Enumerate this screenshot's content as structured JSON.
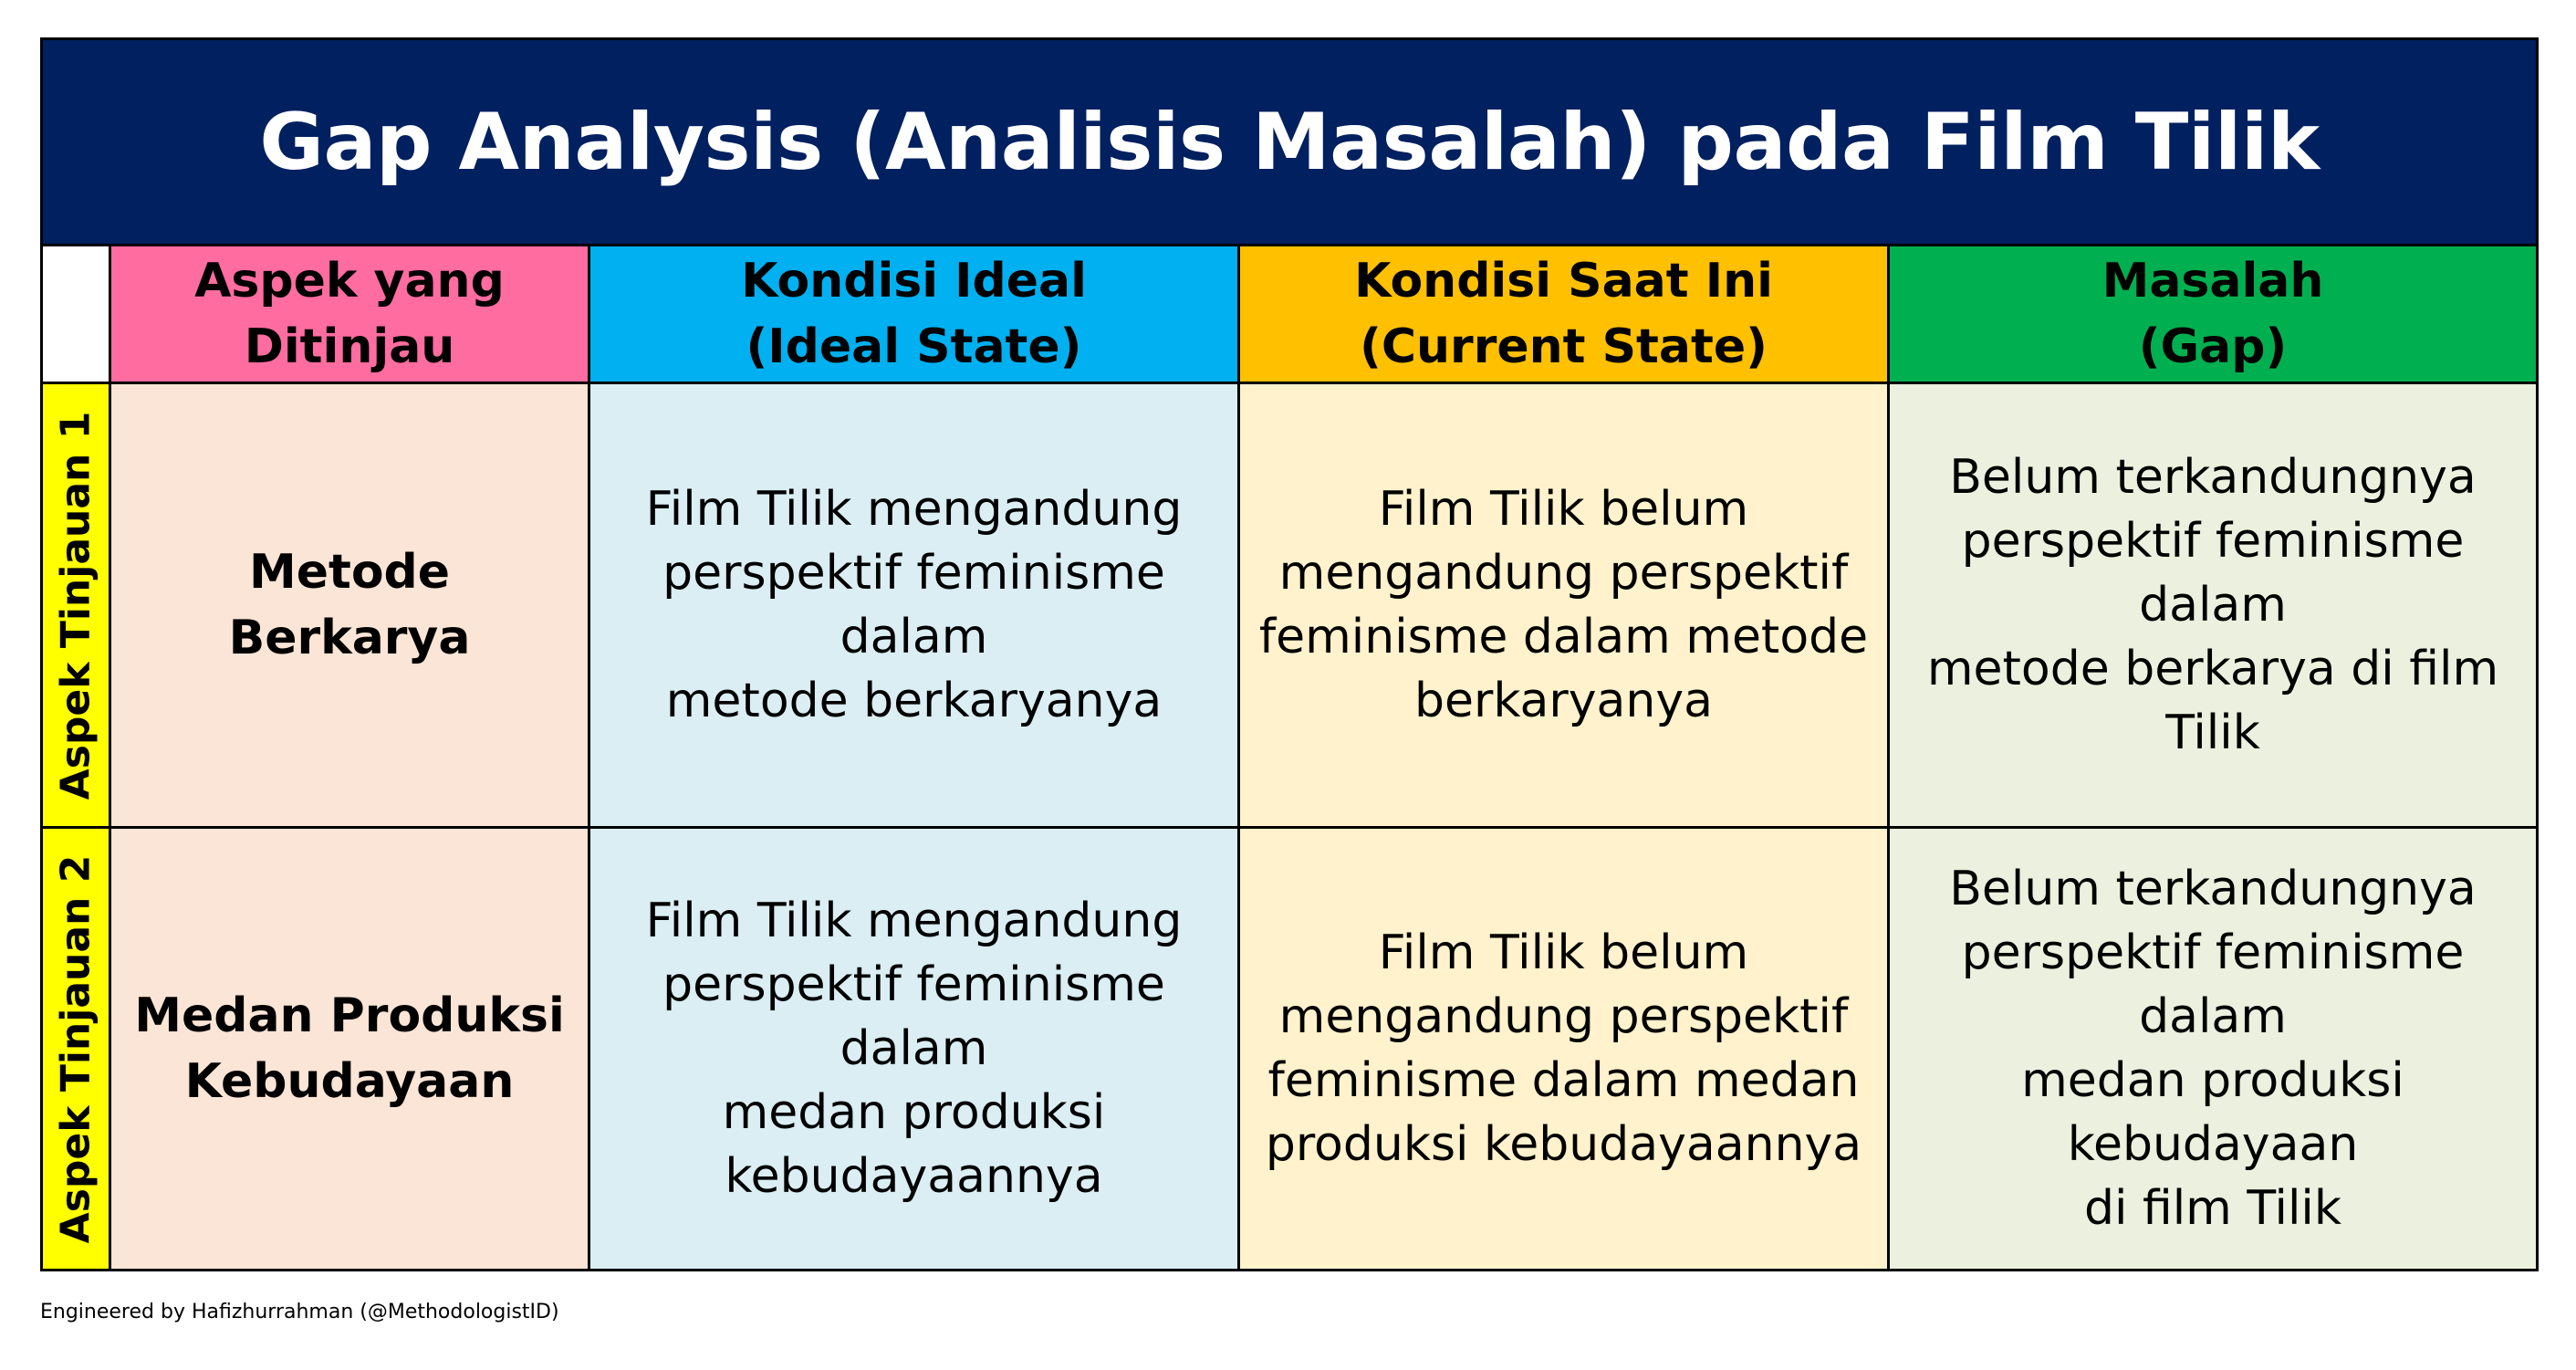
{
  "title": "Gap Analysis (Analisis Masalah) pada Film Tilik",
  "headers": {
    "aspek": "Aspek yang Ditinjau",
    "ideal": "Kondisi Ideal\n(Ideal State)",
    "current": "Kondisi Saat Ini\n(Current State)",
    "gap": "Masalah\n(Gap)"
  },
  "rows": [
    {
      "label": "Aspek Tinjauan 1",
      "aspect": "Metode Berkarya",
      "ideal": "Film Tilik mengandung\nperspektif feminisme dalam\nmetode berkaryanya",
      "current": "Film Tilik belum\nmengandung perspektif\nfeminisme dalam metode\nberkaryanya",
      "gap": "Belum terkandungnya\nperspektif feminisme dalam\nmetode berkarya di film Tilik"
    },
    {
      "label": "Aspek Tinjauan 2",
      "aspect": "Medan Produksi\nKebudayaan",
      "ideal": "Film Tilik mengandung\nperspektif feminisme dalam\nmedan produksi\nkebudayaannya",
      "current": "Film Tilik belum\nmengandung perspektif\nfeminisme dalam medan\nproduksi kebudayaannya",
      "gap": "Belum terkandungnya\nperspektif feminisme dalam\nmedan produksi kebudayaan\ndi film Tilik"
    }
  ],
  "credit": "Engineered by Hafizhurrahman (@MethodologistID)",
  "colors": {
    "title_bg": "#002060",
    "aspek_header": "#ff6c9f",
    "ideal_header": "#00b0f0",
    "current_header": "#ffc000",
    "gap_header": "#00b050",
    "row_label": "#ffff00"
  }
}
